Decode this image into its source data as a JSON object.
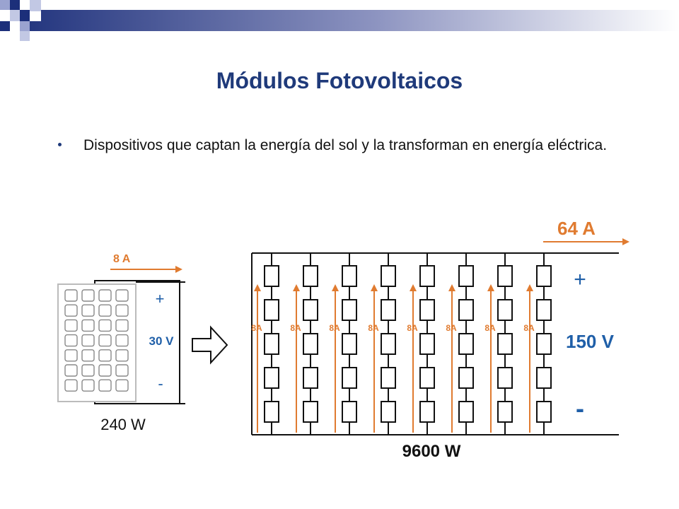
{
  "slide": {
    "title": "Módulos Fotovoltaicos",
    "bullet": "Dispositivos que captan la energía del sol y la transforman en energía eléctrica."
  },
  "single_module": {
    "current": "8 A",
    "plus": "+",
    "voltage": "30 V",
    "minus": "-",
    "power": "240 W"
  },
  "array": {
    "total_current": "64 A",
    "plus": "+",
    "voltage": "150 V",
    "minus": "-",
    "power": "9600 W",
    "strings": 8,
    "panels_per_string": 5,
    "string_current": "8A"
  },
  "colors": {
    "title": "#1f3a7a",
    "accent_orange": "#e07b30",
    "label_blue": "#1f5fa8",
    "wire": "#111111"
  }
}
